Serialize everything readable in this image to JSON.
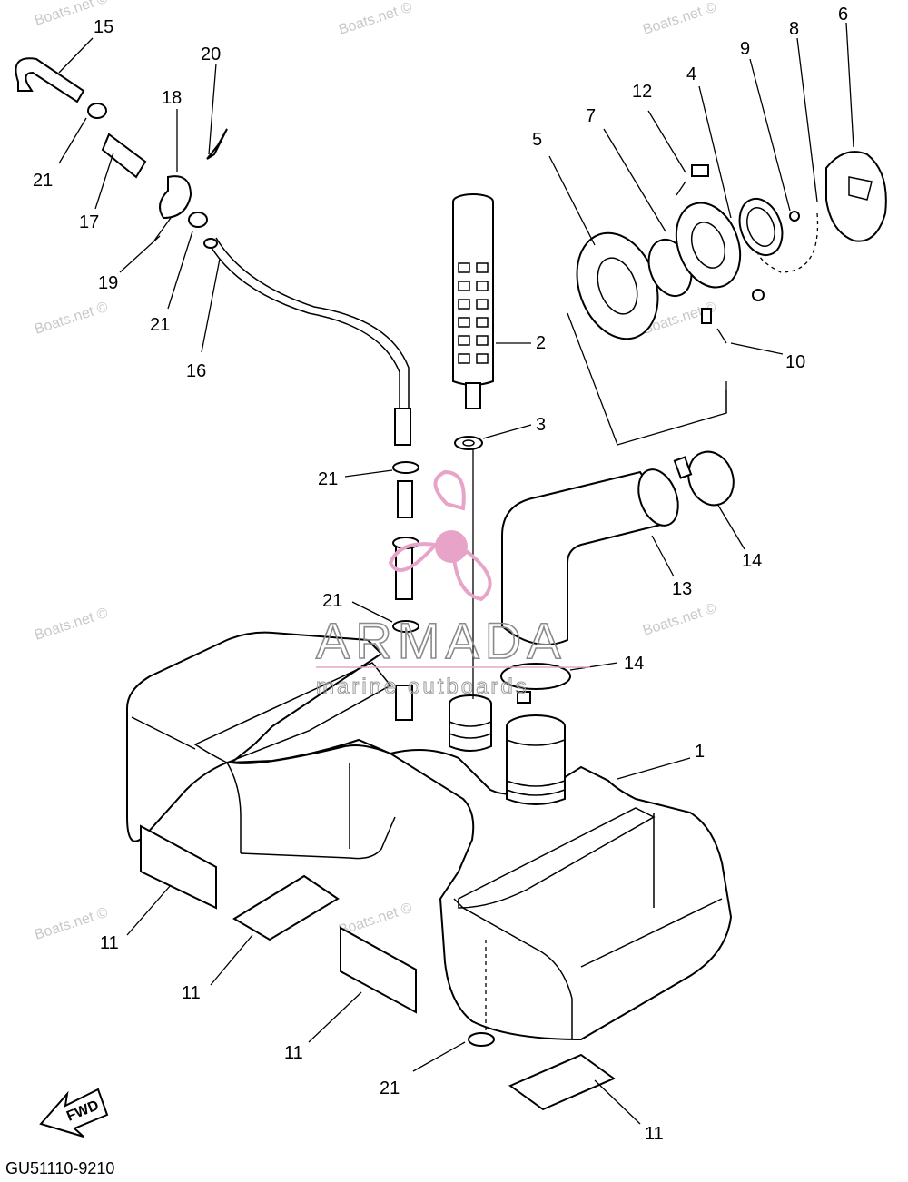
{
  "diagram": {
    "part_code": "GU51110-9210",
    "watermark_text": "Boats.net ©",
    "brand": {
      "name": "ARMADA",
      "tagline": "marine outboards",
      "accent_color": "#e8a4c8"
    },
    "fwd_label": "FWD",
    "callouts": [
      {
        "id": "c1",
        "label": "1"
      },
      {
        "id": "c2",
        "label": "2"
      },
      {
        "id": "c3",
        "label": "3"
      },
      {
        "id": "c4",
        "label": "4"
      },
      {
        "id": "c5",
        "label": "5"
      },
      {
        "id": "c6",
        "label": "6"
      },
      {
        "id": "c7",
        "label": "7"
      },
      {
        "id": "c8",
        "label": "8"
      },
      {
        "id": "c9",
        "label": "9"
      },
      {
        "id": "c10",
        "label": "10"
      },
      {
        "id": "c11a",
        "label": "11"
      },
      {
        "id": "c11b",
        "label": "11"
      },
      {
        "id": "c11c",
        "label": "11"
      },
      {
        "id": "c11d",
        "label": "11"
      },
      {
        "id": "c12",
        "label": "12"
      },
      {
        "id": "c13",
        "label": "13"
      },
      {
        "id": "c14a",
        "label": "14"
      },
      {
        "id": "c14b",
        "label": "14"
      },
      {
        "id": "c15",
        "label": "15"
      },
      {
        "id": "c16",
        "label": "16"
      },
      {
        "id": "c17",
        "label": "17"
      },
      {
        "id": "c18",
        "label": "18"
      },
      {
        "id": "c19",
        "label": "19"
      },
      {
        "id": "c20",
        "label": "20"
      },
      {
        "id": "c21a",
        "label": "21"
      },
      {
        "id": "c21b",
        "label": "21"
      },
      {
        "id": "c21c",
        "label": "21"
      },
      {
        "id": "c21d",
        "label": "21"
      },
      {
        "id": "c21e",
        "label": "21"
      }
    ]
  }
}
